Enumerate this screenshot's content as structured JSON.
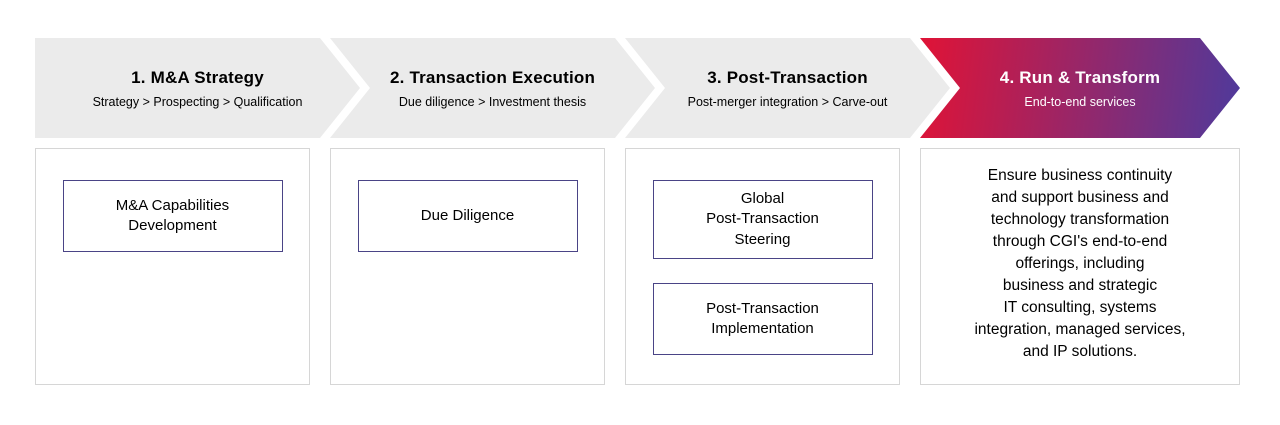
{
  "stages": [
    {
      "title": "1. M&A Strategy",
      "subtitle": "Strategy > Prospecting > Qualification"
    },
    {
      "title": "2. Transaction Execution",
      "subtitle": "Due diligence > Investment thesis"
    },
    {
      "title": "3. Post-Transaction",
      "subtitle": "Post-merger integration > Carve-out"
    },
    {
      "title": "4. Run & Transform",
      "subtitle": "End-to-end services"
    }
  ],
  "columns": [
    {
      "items": [
        "M&A Capabilities\nDevelopment"
      ]
    },
    {
      "items": [
        "Due Diligence"
      ]
    },
    {
      "items": [
        "Global\nPost-Transaction\nSteering",
        "Post-Transaction\nImplementation"
      ]
    },
    {
      "text": "Ensure business continuity\nand support business and\ntechnology transformation\nthrough CGI's end-to-end\nofferings, including\nbusiness and strategic\nIT consulting, systems\nintegration, managed services,\nand IP solutions."
    }
  ],
  "colors": {
    "arrow_gray": "#ebebeb",
    "grad_start": "#e01336",
    "grad_end": "#4e3a9c",
    "inner_box_border": "#4a4486",
    "outer_box_border": "#d6d6d6"
  }
}
